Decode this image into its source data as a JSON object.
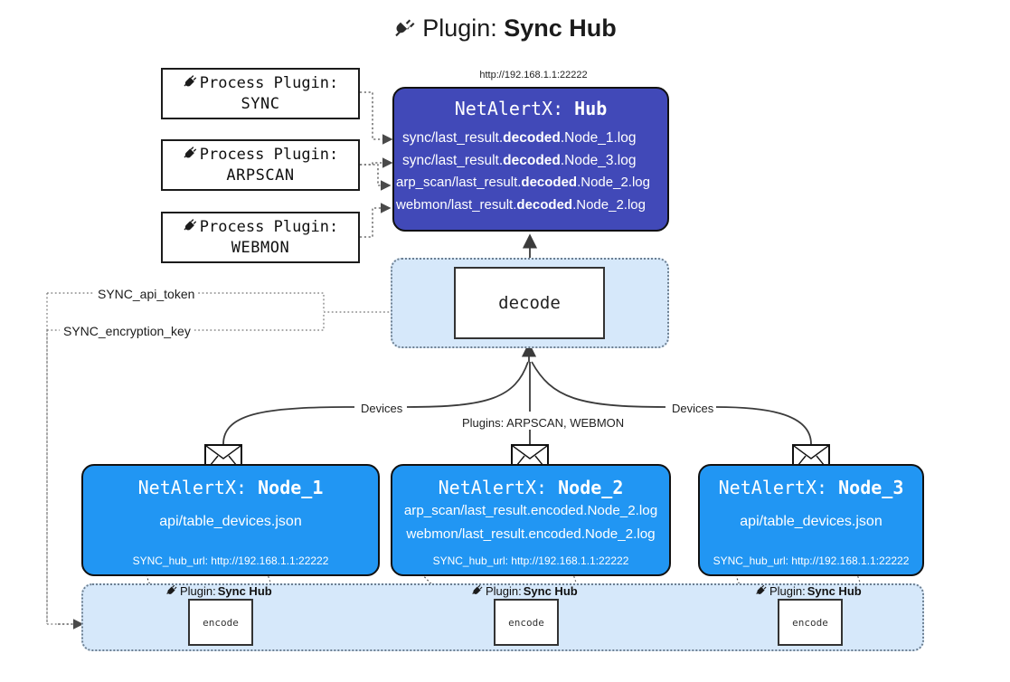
{
  "title": {
    "icon": "plug-icon",
    "prefix": "Plugin:",
    "name": "Sync Hub"
  },
  "hub": {
    "url": "http://192.168.1.1:22222",
    "title_prefix": "NetAlertX:",
    "title_name": "Hub",
    "logs": [
      {
        "pre": "sync/last_result.",
        "mid": "decoded",
        "post": ".Node_1.log"
      },
      {
        "pre": "sync/last_result.",
        "mid": "decoded",
        "post": ".Node_3.log"
      },
      {
        "pre": "arp_scan/last_result.",
        "mid": "decoded",
        "post": ".Node_2.log"
      },
      {
        "pre": "webmon/last_result.",
        "mid": "decoded",
        "post": ".Node_2.log"
      }
    ],
    "fill": "#4149b8"
  },
  "plugins": [
    {
      "icon": "plug-icon",
      "line1": "Process Plugin:",
      "line2": "SYNC"
    },
    {
      "icon": "plug-icon",
      "line1": "Process Plugin:",
      "line2": "ARPSCAN"
    },
    {
      "icon": "plug-icon",
      "line1": "Process Plugin:",
      "line2": "WEBMON"
    }
  ],
  "decode": {
    "label": "decode",
    "container_fill": "#d6e8fa"
  },
  "secrets": [
    {
      "label": "SYNC_api_token"
    },
    {
      "label": "SYNC_encryption_key"
    }
  ],
  "edge_labels": {
    "devices_left": "Devices",
    "devices_right": "Devices",
    "plugins_middle": "Plugins: ARPSCAN, WEBMON"
  },
  "nodes": [
    {
      "title_prefix": "NetAlertX:",
      "title_name": "Node_1",
      "lines": [
        "api/table_devices.json"
      ],
      "url_label": "SYNC_hub_url: http://192.168.1.1:22222",
      "fill": "#2196f3",
      "icon": "envelope-icon"
    },
    {
      "title_prefix": "NetAlertX:",
      "title_name": "Node_2",
      "lines": [
        "arp_scan/last_result.encoded.Node_2.log",
        "webmon/last_result.encoded.Node_2.log"
      ],
      "url_label": "SYNC_hub_url: http://192.168.1.1:22222",
      "fill": "#2196f3",
      "icon": "envelope-icon"
    },
    {
      "title_prefix": "NetAlertX:",
      "title_name": "Node_3",
      "lines": [
        "api/table_devices.json"
      ],
      "url_label": "SYNC_hub_url: http://192.168.1.1:22222",
      "fill": "#2196f3",
      "icon": "envelope-icon"
    }
  ],
  "encoders": [
    {
      "label": "encode",
      "plugin_prefix": "Plugin:",
      "plugin_name": "Sync Hub",
      "icon": "plug-icon"
    },
    {
      "label": "encode",
      "plugin_prefix": "Plugin:",
      "plugin_name": "Sync Hub",
      "icon": "plug-icon"
    },
    {
      "label": "encode",
      "plugin_prefix": "Plugin:",
      "plugin_name": "Sync Hub",
      "icon": "plug-icon"
    }
  ]
}
